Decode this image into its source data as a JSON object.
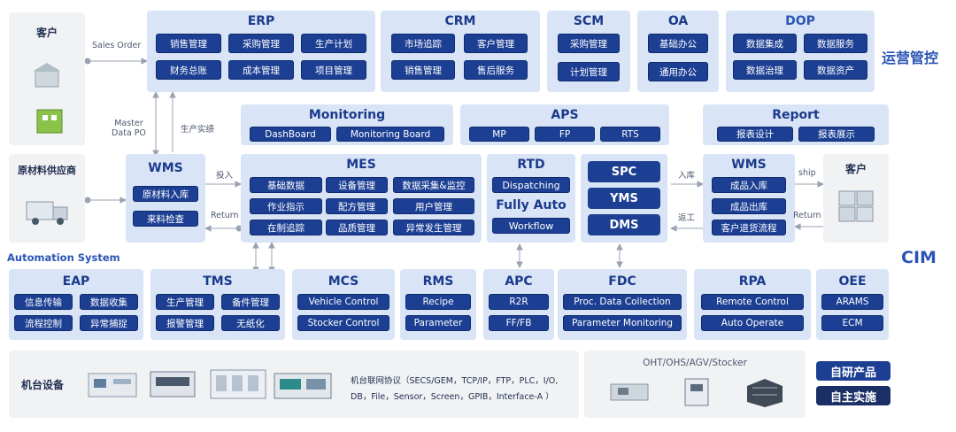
{
  "top": {
    "customer": "客户",
    "sales_order": "Sales Order",
    "erp": {
      "title": "ERP",
      "items": [
        "销售管理",
        "采购管理",
        "生产计划",
        "财务总账",
        "成本管理",
        "项目管理"
      ]
    },
    "crm": {
      "title": "CRM",
      "items": [
        "市场追踪",
        "客户管理",
        "销售管理",
        "售后服务"
      ]
    },
    "scm": {
      "title": "SCM",
      "items": [
        "采购管理",
        "计划管理"
      ]
    },
    "oa": {
      "title": "OA",
      "items": [
        "基础办公",
        "通用办公"
      ]
    },
    "dop": {
      "title": "DOP",
      "items": [
        "数据集成",
        "数据服务",
        "数据治理",
        "数据资产"
      ]
    },
    "ops_label": "运营管控"
  },
  "middle": {
    "master_data": "Master\nData PO",
    "prod_report": "生产实绩",
    "monitoring": {
      "title": "Monitoring",
      "items": [
        "DashBoard",
        "Monitoring Board"
      ]
    },
    "aps": {
      "title": "APS",
      "items": [
        "MP",
        "FP",
        "RTS"
      ]
    },
    "report": {
      "title": "Report",
      "items": [
        "报表设计",
        "报表展示"
      ]
    },
    "supplier": "原材料供应商",
    "wms_left": {
      "title": "WMS",
      "items": [
        "原材料入库",
        "来料检查"
      ]
    },
    "input": "投入",
    "return": "Return",
    "mes": {
      "title": "MES",
      "items": [
        "基础数据",
        "设备管理",
        "数据采集&监控",
        "作业指示",
        "配方管理",
        "用户管理",
        "在制追踪",
        "品质管理",
        "异常发生管理"
      ]
    },
    "rtd": {
      "title": "RTD",
      "dispatching": "Dispatching",
      "fully_auto": "Fully Auto",
      "workflow": "Workflow"
    },
    "spc": "SPC",
    "yms": "YMS",
    "dms": "DMS",
    "inbound": "入库",
    "rework": "返工",
    "wms_right": {
      "title": "WMS",
      "items": [
        "成品入库",
        "成品出库",
        "客户退货流程"
      ]
    },
    "ship": "ship",
    "return_right": "Return",
    "customer_right": "客户",
    "cim": "CIM",
    "automation": "Automation  System"
  },
  "automation": {
    "eap": {
      "title": "EAP",
      "items": [
        "信息传输",
        "数据收集",
        "流程控制",
        "异常捕捉"
      ]
    },
    "tms": {
      "title": "TMS",
      "items": [
        "生产管理",
        "备件管理",
        "报警管理",
        "无纸化"
      ]
    },
    "mcs": {
      "title": "MCS",
      "items": [
        "Vehicle Control",
        "Stocker Control"
      ]
    },
    "rms": {
      "title": "RMS",
      "items": [
        "Recipe",
        "Parameter"
      ]
    },
    "apc": {
      "title": "APC",
      "items": [
        "R2R",
        "FF/FB"
      ]
    },
    "fdc": {
      "title": "FDC",
      "items": [
        "Proc. Data  Collection",
        "Parameter  Monitoring"
      ]
    },
    "rpa": {
      "title": "RPA",
      "items": [
        "Remote Control",
        "Auto Operate"
      ]
    },
    "oee": {
      "title": "OEE",
      "items": [
        "ARAMS",
        "ECM"
      ]
    }
  },
  "bottom": {
    "equipment": "机台设备",
    "protocol_line1": "机台联网协议（SECS/GEM，TCP/IP，FTP，PLC，I/O,",
    "protocol_line2": "DB，File，Sensor，Screen，GPIB，Interface-A ）",
    "oht": "OHT/OHS/AGV/Stocker",
    "legend_self": "自研产品",
    "legend_impl": "自主实施"
  }
}
